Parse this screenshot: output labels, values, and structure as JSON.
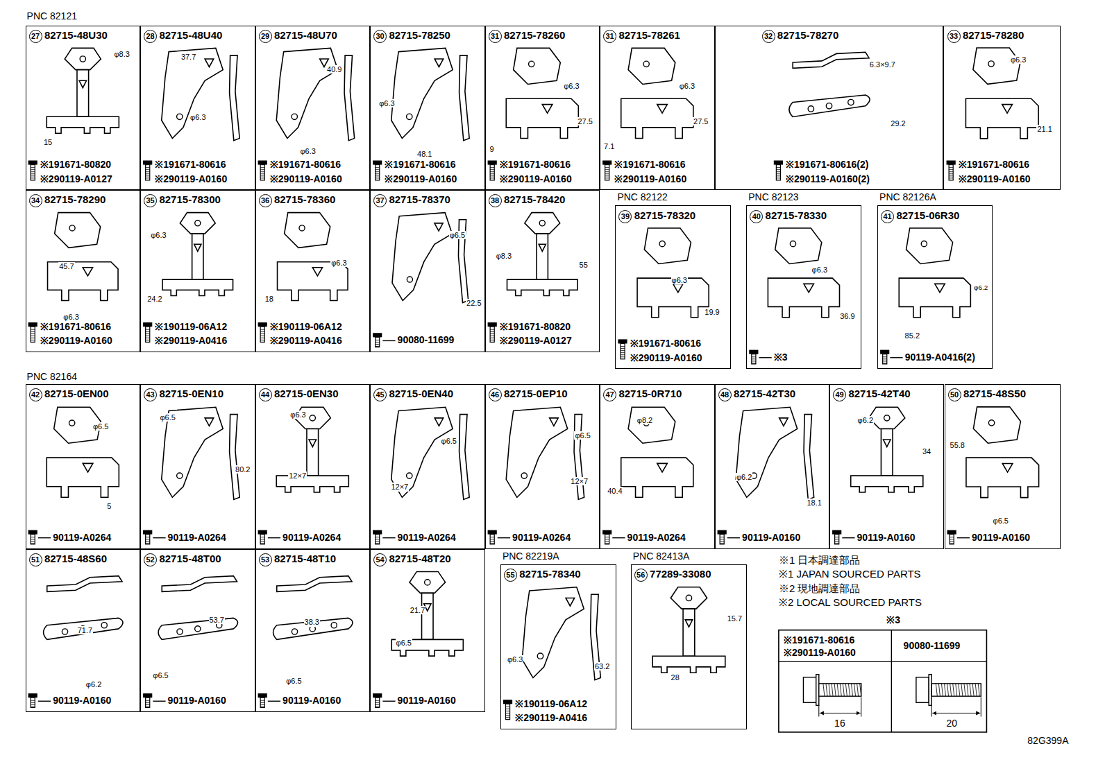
{
  "diagram": {
    "nodes": [
      {
        "text": [
          "82715-48U30",
          "φ8.3",
          "15",
          "※191671-80820",
          "※290119-A0127"
        ]
      },
      {
        "text": [
          "27"
        ],
        "in": 0
      },
      {
        "text": [
          "82715-48U40",
          "37.7",
          "φ6.3",
          "※191671-80616",
          "※290119-A0160"
        ]
      },
      {
        "text": [
          "28"
        ],
        "in": 2
      },
      {
        "text": [
          "82715-48U70",
          "40.9",
          "φ6.3",
          "※191671-80616",
          "※290119-A0160"
        ]
      },
      {
        "text": [
          "29"
        ],
        "in": 4
      },
      {
        "text": [
          "82715-78250",
          "φ6.3",
          "48.1",
          "※191671-80616",
          "※290119-A0160"
        ]
      },
      {
        "text": [
          "30"
        ],
        "in": 6
      },
      {
        "text": [
          "82715-78260",
          "φ6.3",
          "27.5",
          "9",
          "※191671-80616",
          "※290119-A0160"
        ]
      },
      {
        "text": [
          "31"
        ],
        "in": 8
      },
      {
        "text": [
          "82715-78261",
          "φ6.3",
          "27.5",
          "7.1",
          "※191671-80616",
          "※290119-A0160"
        ]
      },
      {
        "text": [
          "31"
        ],
        "in": 10
      },
      {
        "text": [
          "82715-78270",
          "6.3×9.7",
          "29.2",
          "※191671-80616(2)",
          "※290119-A0160(2)"
        ]
      },
      {
        "text": [
          "32"
        ],
        "in": 12
      },
      {
        "text": [
          "82715-78280",
          "φ6.3",
          "21.1",
          "※191671-80616",
          "※290119-A0160"
        ]
      },
      {
        "text": [
          "33"
        ],
        "in": 14
      },
      {
        "text": [
          "82715-78290",
          "45.7",
          "φ6.3",
          "※191671-80616",
          "※290119-A0160"
        ]
      },
      {
        "text": [
          "34"
        ],
        "in": 16
      },
      {
        "text": [
          "82715-78300",
          "φ6.3",
          "24.2",
          "※190119-06A12",
          "※290119-A0416"
        ]
      },
      {
        "text": [
          "35"
        ],
        "in": 18
      },
      {
        "text": [
          "82715-78360",
          "φ6.3",
          "18",
          "※190119-06A12",
          "※290119-A0416"
        ]
      },
      {
        "text": [
          "36"
        ],
        "in": 20
      },
      {
        "text": [
          "82715-78370",
          "φ6.5",
          "22.5",
          "90080-11699"
        ]
      },
      {
        "text": [
          "37"
        ],
        "in": 22
      },
      {
        "text": [
          "82715-78420",
          "φ8.3",
          "55",
          "※191671-80820",
          "※290119-A0127"
        ]
      },
      {
        "text": [
          "38"
        ],
        "in": 24
      },
      {
        "text": [
          "PNC 82122",
          "82715-78320",
          "φ6.3",
          "19.9",
          "※191671-80616",
          "※290119-A0160"
        ]
      },
      {
        "text": [
          "39"
        ],
        "in": 26
      },
      {
        "text": [
          "PNC 82123",
          "82715-78330",
          "φ6.3",
          "36.9",
          "※3"
        ]
      },
      {
        "text": [
          "40"
        ],
        "in": 28
      },
      {
        "text": [
          "PNC 82126A",
          "82715-06R30",
          "φ6.2",
          "85.2",
          "90119-A0416(2)"
        ]
      },
      {
        "text": [
          "41"
        ],
        "in": 30
      },
      {
        "text": [
          "82715-0EN00",
          "φ6.5",
          "5",
          "90119-A0264"
        ]
      },
      {
        "text": [
          "42"
        ],
        "in": 32
      },
      {
        "text": [
          "82715-0EN10",
          "φ6.5",
          "80.2",
          "90119-A0264"
        ]
      },
      {
        "text": [
          "43"
        ],
        "in": 34
      },
      {
        "text": [
          "82715-0EN30",
          "φ6.3",
          "12×7",
          "90119-A0264"
        ]
      },
      {
        "text": [
          "44"
        ],
        "in": 36
      },
      {
        "text": [
          "82715-0EN40",
          "φ6.5",
          "12×7",
          "90119-A0264"
        ]
      },
      {
        "text": [
          "45"
        ],
        "in": 38
      },
      {
        "text": [
          "82715-0EP10",
          "φ6.5",
          "12×7",
          "90119-A0264"
        ]
      },
      {
        "text": [
          "46"
        ],
        "in": 40
      },
      {
        "text": [
          "82715-0R710",
          "φ8.2",
          "40.4",
          "90119-A0264"
        ]
      },
      {
        "text": [
          "47"
        ],
        "in": 42
      },
      {
        "text": [
          "82715-42T30",
          "φ6.2",
          "18.1",
          "90119-A0160"
        ]
      },
      {
        "text": [
          "48"
        ],
        "in": 44
      },
      {
        "text": [
          "82715-42T40",
          "φ6.2",
          "34",
          "90119-A0160"
        ]
      },
      {
        "text": [
          "49"
        ],
        "in": 46
      },
      {
        "text": [
          "82715-48S50",
          "55.8",
          "φ6.5",
          "90119-A0160"
        ]
      },
      {
        "text": [
          "50"
        ],
        "in": 48
      },
      {
        "text": [
          "82715-48S60",
          "71.7",
          "φ6.2",
          "90119-A0160"
        ]
      },
      {
        "text": [
          "51"
        ],
        "in": 50
      },
      {
        "text": [
          "82715-48T00",
          "53.7",
          "φ6.5",
          "90119-A0160"
        ]
      },
      {
        "text": [
          "52"
        ],
        "in": 52
      },
      {
        "text": [
          "82715-48T10",
          "38.3",
          "φ6.5",
          "90119-A0160"
        ]
      },
      {
        "text": [
          "53"
        ],
        "in": 54
      },
      {
        "text": [
          "82715-48T20",
          "21.7",
          "φ6.5",
          "90119-A0160"
        ]
      },
      {
        "text": [
          "54"
        ],
        "in": 56
      },
      {
        "text": [
          "PNC 82219A",
          "82715-78340",
          "φ6.3",
          "63.2",
          "※190119-06A12",
          "※290119-A0416"
        ]
      },
      {
        "text": [
          "55"
        ],
        "in": 58
      },
      {
        "text": [
          "PNC 82413A",
          "77289-33080",
          "15.7",
          "28"
        ]
      },
      {
        "text": [
          "56"
        ],
        "in": 60
      }
    ],
    "labels": [
      "PNC 82121",
      "PNC 82164",
      "※1 日本調達部品",
      "※1 JAPAN SOURCED PARTS",
      "※2 現地調達部品",
      "※2 LOCAL SOURCED PARTS",
      "※3",
      "※191671-80616",
      "※290119-A0160",
      "90080-11699",
      "16",
      "20",
      "82G399A"
    ]
  }
}
